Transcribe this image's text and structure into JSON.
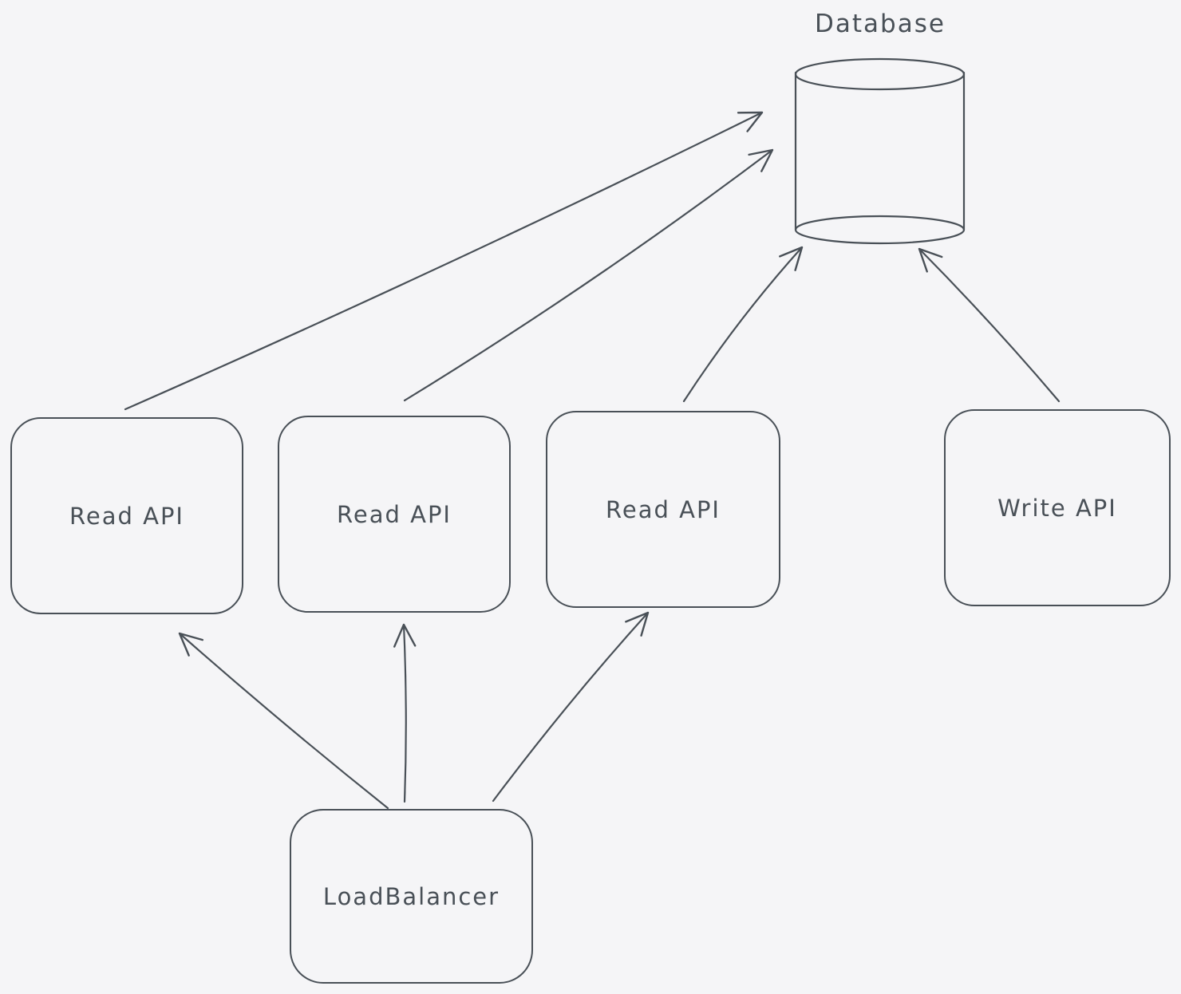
{
  "diagram": {
    "background_color": "#f5f5f7",
    "stroke_color": "#495057",
    "nodes": {
      "database": {
        "label": "Database",
        "shape": "cylinder"
      },
      "read_api_1": {
        "label": "Read API",
        "shape": "rounded-rectangle"
      },
      "read_api_2": {
        "label": "Read API",
        "shape": "rounded-rectangle"
      },
      "read_api_3": {
        "label": "Read API",
        "shape": "rounded-rectangle"
      },
      "write_api": {
        "label": "Write API",
        "shape": "rounded-rectangle"
      },
      "load_balancer": {
        "label": "LoadBalancer",
        "shape": "rounded-rectangle"
      }
    },
    "edges": [
      {
        "from": "read_api_1",
        "to": "database",
        "style": "arrow"
      },
      {
        "from": "read_api_2",
        "to": "database",
        "style": "arrow"
      },
      {
        "from": "read_api_3",
        "to": "database",
        "style": "arrow"
      },
      {
        "from": "write_api",
        "to": "database",
        "style": "arrow"
      },
      {
        "from": "load_balancer",
        "to": "read_api_1",
        "style": "arrow"
      },
      {
        "from": "load_balancer",
        "to": "read_api_2",
        "style": "arrow"
      },
      {
        "from": "load_balancer",
        "to": "read_api_3",
        "style": "arrow"
      }
    ]
  }
}
